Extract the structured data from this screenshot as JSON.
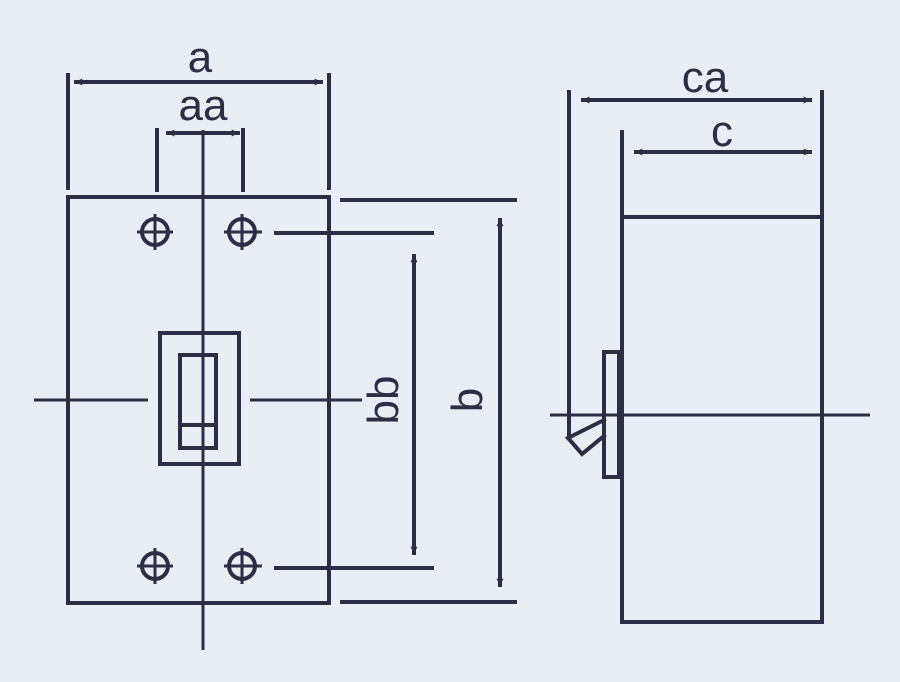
{
  "front_view": {
    "dim_width_label": "a",
    "dim_mount_width_label": "aa",
    "dim_mount_height_label": "bb",
    "dim_height_label": "b"
  },
  "side_view": {
    "dim_total_depth_label": "ca",
    "dim_body_depth_label": "c"
  },
  "colors": {
    "background": "#e9eef4",
    "line": "#2b2e45"
  }
}
